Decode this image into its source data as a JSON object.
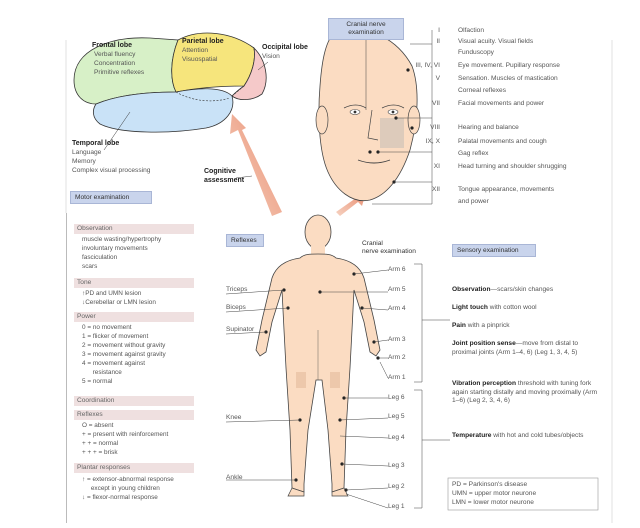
{
  "brain": {
    "frontal": {
      "title": "Frontal lobe",
      "items": [
        "Verbal fluency",
        "Concentration",
        "Primitive reflexes"
      ]
    },
    "parietal": {
      "title": "Parietal lobe",
      "items": [
        "Attention",
        "Visuospatial"
      ]
    },
    "occipital": {
      "title": "Occipital lobe",
      "items": [
        "Vision"
      ]
    },
    "temporal": {
      "title": "Temporal lobe",
      "items": [
        "Language",
        "Memory",
        "Complex visual processing"
      ]
    },
    "cognitive": [
      "Cognitive",
      "assessment"
    ]
  },
  "cranial": {
    "title": [
      "Cranial nerve",
      "examination"
    ],
    "rows": [
      {
        "num": "I",
        "text": "Olfaction"
      },
      {
        "num": "II",
        "text": "Visual acuity. Visual fields"
      },
      {
        "num": "",
        "text": "Funduscopy"
      },
      {
        "num": "III, IV, VI",
        "text": "Eye movement. Pupillary response"
      },
      {
        "num": "V",
        "text": "Sensation. Muscles of mastication"
      },
      {
        "num": "",
        "text": "Corneal reflexes"
      },
      {
        "num": "VII",
        "text": "Facial movements and power"
      },
      {
        "num": "VIII",
        "text": "Hearing and balance"
      },
      {
        "num": "IX, X",
        "text": "Palatal movements and cough"
      },
      {
        "num": "",
        "text": "Gag reflex"
      },
      {
        "num": "XI",
        "text": "Head turning and shoulder shrugging"
      },
      {
        "num": "XII",
        "text": "Tongue appearance, movements"
      },
      {
        "num": "",
        "text": "and power"
      }
    ]
  },
  "motor": {
    "title": "Motor examination",
    "observation": {
      "title": "Observation",
      "items": [
        "muscle wasting/hypertrophy",
        "involuntary movements",
        "fasciculation",
        "scars"
      ]
    },
    "tone": {
      "title": "Tone",
      "items": [
        "↑PD and UMN lesion",
        "↓Cerebellar or LMN lesion"
      ]
    },
    "power": {
      "title": "Power",
      "items": [
        "0 = no movement",
        "1  = flicker of movement",
        "2  = movement without gravity",
        "3  = movement against gravity",
        "4  = movement against",
        "      resistance",
        "5  = normal"
      ]
    },
    "coordination": {
      "title": "Coordination"
    },
    "reflexes": {
      "title": "Reflexes",
      "items": [
        "O = absent",
        "+ = present with reinforcement",
        "+ + = normal",
        "+ + + = brisk"
      ]
    },
    "plantar": {
      "title": "Plantar responses",
      "items": [
        "↑ = extensor-abnormal response",
        "     except in young children",
        "↓ = flexor-normal response"
      ]
    }
  },
  "body": {
    "reflexes_title": "Reflexes",
    "cranial_label": [
      "Cranial",
      "nerve examination"
    ],
    "left_labels": [
      "Triceps",
      "Biceps",
      "Supinator",
      "Knee",
      "Ankle"
    ],
    "right_labels": [
      "Arm 6",
      "Arm 5",
      "Arm 4",
      "Arm 3",
      "Arm 2",
      "Arm 1",
      "Leg 6",
      "Leg 5",
      "Leg 4",
      "Leg 3",
      "Leg 2",
      "Leg 1"
    ]
  },
  "sensory": {
    "title": "Sensory examination",
    "items": [
      {
        "bold": "Observation",
        "text": "—scars/skin changes"
      },
      {
        "bold": "Light touch",
        "text": " with cotton wool"
      },
      {
        "bold": "Pain",
        "text": " with a pinprick"
      },
      {
        "bold": "Joint position sense",
        "text": "—move from distal to proximal joints (Arm 1–4, 6) (Leg 1, 3, 4, 5)"
      },
      {
        "bold": "Vibration perception",
        "text": " threshold with tuning fork again starting distally and moving proximally (Arm 1–6) (Leg 2, 3, 4, 6)"
      },
      {
        "bold": "Temperature",
        "text": " with hot and cold tubes/objects"
      }
    ]
  },
  "legend": [
    "PD = Parkinson's disease",
    "UMN = upper motor neurone",
    "LMN = lower motor neurone"
  ],
  "colors": {
    "skin": "#fbdcc2",
    "frontal": "#d7f0c7",
    "parietal": "#f6e57c",
    "occipital": "#f5c9c9",
    "temporal": "#c9e2f7",
    "box": "#c9d4ec",
    "section": "#efe0e0"
  }
}
